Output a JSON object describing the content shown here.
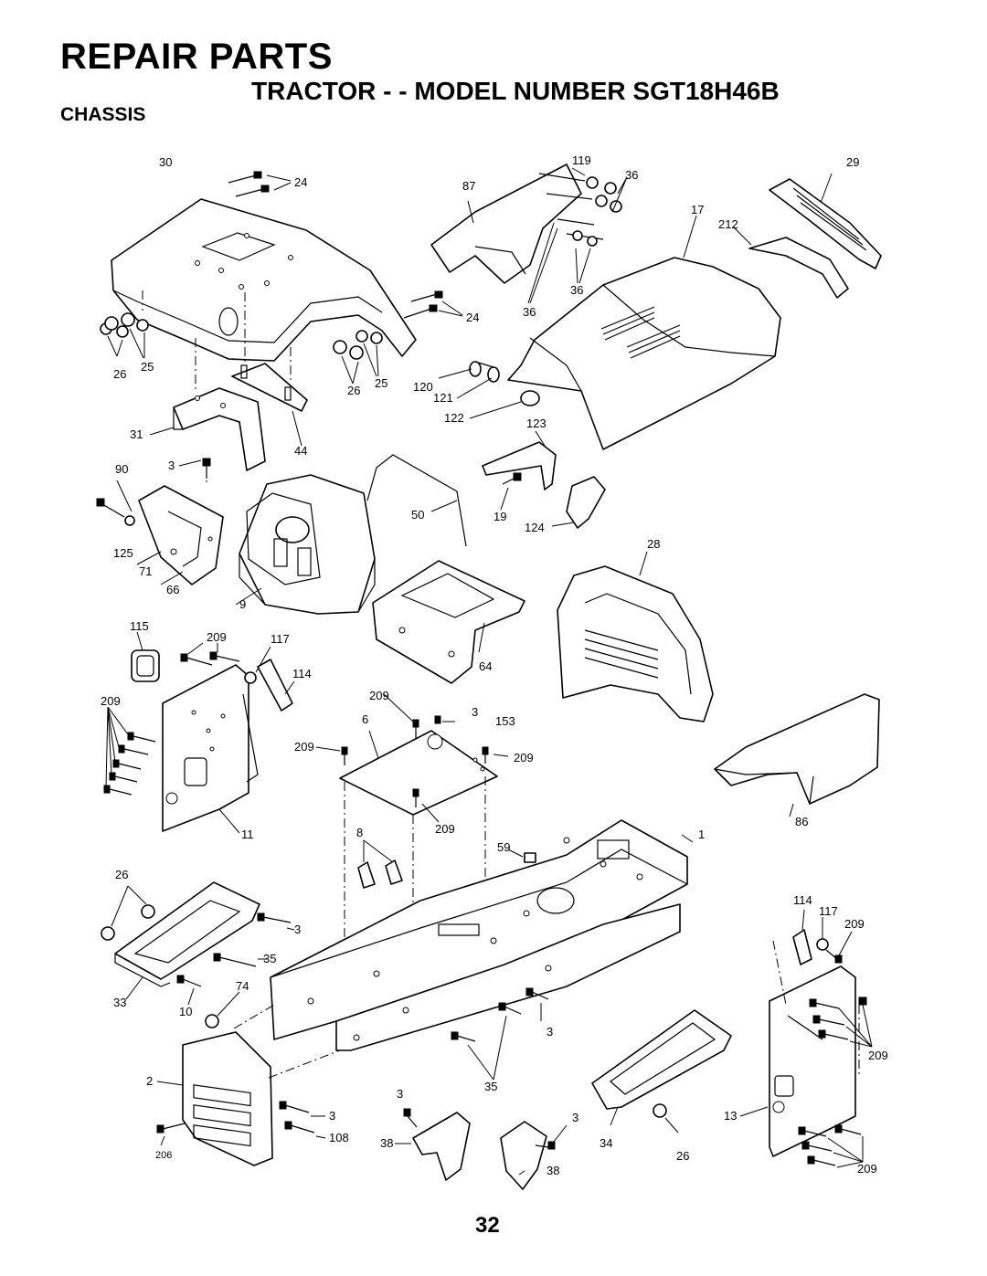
{
  "header": {
    "title": "REPAIR PARTS",
    "subtitle": "TRACTOR - - MODEL NUMBER SGT18H46B",
    "section": "CHASSIS"
  },
  "page_number": "32",
  "labels": {
    "l30": "30",
    "l24a": "24",
    "l119": "119",
    "l29": "29",
    "l87": "87",
    "l36a": "36",
    "l17": "17",
    "l212": "212",
    "l36b": "36",
    "l24b": "24",
    "l36c": "36",
    "l25a": "25",
    "l26a": "26",
    "l25b": "25",
    "l26b": "26",
    "l120": "120",
    "l121": "121",
    "l122": "122",
    "l123": "123",
    "l31": "31",
    "l44": "44",
    "l3a": "3",
    "l90": "90",
    "l50": "50",
    "l19": "19",
    "l124": "124",
    "l28": "28",
    "l125": "125",
    "l71": "71",
    "l66": "66",
    "l9": "9",
    "l115": "115",
    "l209a": "209",
    "l117a": "117",
    "l114a": "114",
    "l64": "64",
    "l209b": "209",
    "l209c": "209",
    "l3b": "3",
    "l6": "6",
    "l153": "153",
    "l209d": "209",
    "l209e": "209",
    "l8": "8",
    "l209f": "209",
    "l11": "11",
    "l86": "86",
    "l59": "59",
    "l1": "1",
    "l26c": "26",
    "l114b": "114",
    "l117b": "117",
    "l209g": "209",
    "l3c": "3",
    "l35a": "35",
    "l33": "33",
    "l10": "10",
    "l74": "74",
    "l3d": "3",
    "l209h": "209",
    "l2": "2",
    "l35b": "35",
    "l3e": "3",
    "l3f": "3",
    "l3g": "3",
    "l108": "108",
    "l206": "206",
    "l38a": "38",
    "l34": "34",
    "l26d": "26",
    "l13": "13",
    "l38b": "38",
    "l209i": "209"
  }
}
